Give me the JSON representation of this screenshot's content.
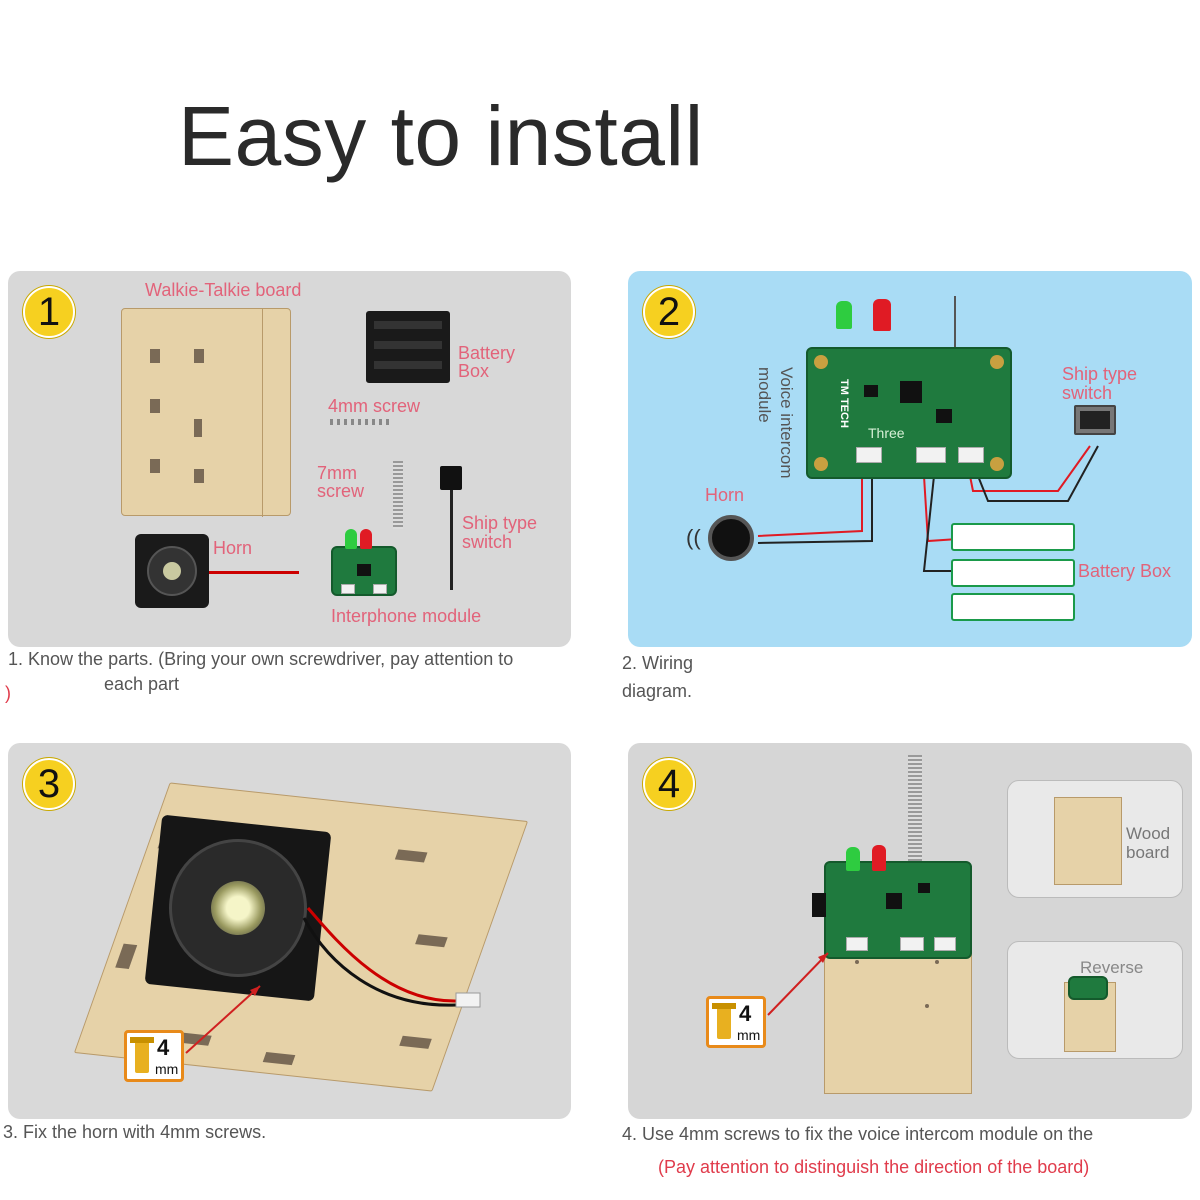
{
  "header": {
    "title": "Easy to install"
  },
  "panel1": {
    "number": "1",
    "labels": {
      "board": "Walkie-Talkie board",
      "battery_box_1": "Battery",
      "battery_box_2": "Box",
      "screw4": "4mm screw",
      "screw7_1": "7mm",
      "screw7_2": "screw",
      "ship_switch_1": "Ship type",
      "ship_switch_2": "switch",
      "horn": "Horn",
      "module": "Interphone module"
    },
    "caption_1": "1. Know the parts. (Bring your own screwdriver, pay attention to",
    "caption_2": "each part",
    "caption_3": ")"
  },
  "panel2": {
    "number": "2",
    "labels": {
      "voice_module_1": "Voice intercom",
      "voice_module_2": "module",
      "ship_switch_1": "Ship type",
      "ship_switch_2": "switch",
      "horn": "Horn",
      "battery_box": "Battery Box",
      "board_text": "TM TECH",
      "three": "Three"
    },
    "caption_1": "2. Wiring",
    "caption_2": "diagram."
  },
  "panel3": {
    "number": "3",
    "screw_size": "4",
    "screw_unit": "mm",
    "caption": "3. Fix the horn with 4mm screws."
  },
  "panel4": {
    "number": "4",
    "screw_size": "4",
    "screw_unit": "mm",
    "labels": {
      "wood_1": "Wood",
      "wood_2": "board",
      "reverse": "Reverse"
    },
    "caption_1": "4. Use 4mm screws to fix the voice intercom module on the",
    "caption_2": "(Pay attention to distinguish the direction of the board)"
  },
  "colors": {
    "badge": "#f6d020",
    "label_pink": "#e2637a",
    "panel2_bg": "#a9dcf5",
    "pcb_green": "#1f7a3e"
  }
}
